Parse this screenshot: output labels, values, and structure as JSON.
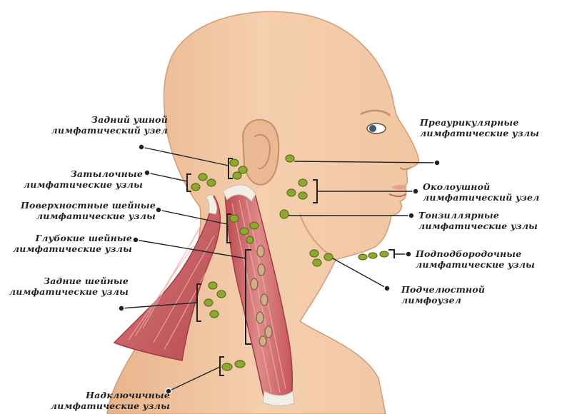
{
  "colors": {
    "skin": "#f2c9a6",
    "skin_shadow": "#e2aa83",
    "muscle": "#c9565a",
    "muscle_light": "#e39a98",
    "node_fill": "#8aa32d",
    "node_edge": "#5c7018",
    "deep_node": "#c8a07c",
    "line": "#2a2a2a"
  },
  "labels": {
    "posterior_auricular": {
      "line1": "Задний ушной",
      "line2": "лимфатический узел"
    },
    "occipital": {
      "line1": "Затылочные",
      "line2": "лимфатические узлы"
    },
    "superficial_cervical": {
      "line1": "Поверхностные шейные",
      "line2": "лимфатические узлы"
    },
    "deep_cervical": {
      "line1": "Глубокие шейные",
      "line2": "лимфатические узлы"
    },
    "posterior_cervical": {
      "line1": "Задние шейные",
      "line2": "лимфатические узлы"
    },
    "supraclavicular": {
      "line1": "Надключичные",
      "line2": "лимфатические узлы"
    },
    "preauricular": {
      "line1": "Преаурикулярные",
      "line2": "лимфатические узлы"
    },
    "parotid": {
      "line1": "Околоушной",
      "line2": "лимфатический узел"
    },
    "tonsillar": {
      "line1": "Тонзиллярные",
      "line2": "лимфатические узлы"
    },
    "submental": {
      "line1": "Подподбородочные",
      "line2": "лимфатические узлы"
    },
    "submandibular": {
      "line1": "Подчелюстной",
      "line2": "лимфоузел"
    }
  }
}
